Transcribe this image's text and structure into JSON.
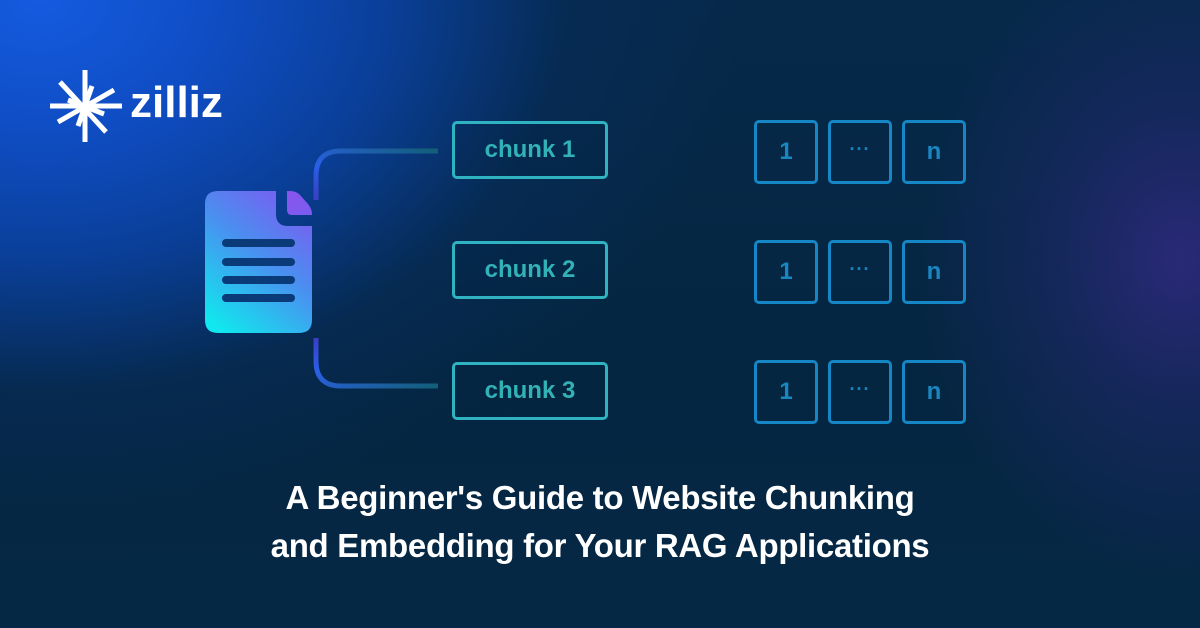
{
  "brand": {
    "name": "zilliz",
    "logo_icon": "starburst-icon",
    "text_color": "#ffffff"
  },
  "diagram": {
    "source_icon": "document-icon",
    "chunks": [
      {
        "label": "chunk 1",
        "vector": [
          "1",
          "···",
          "n"
        ]
      },
      {
        "label": "chunk 2",
        "vector": [
          "1",
          "···",
          "n"
        ]
      },
      {
        "label": "chunk 3",
        "vector": [
          "1",
          "···",
          "n"
        ]
      }
    ],
    "colors": {
      "chunk_border": "#2fb3c0",
      "chunk_text": "#32b2b6",
      "vector_border": "#1587c6",
      "vector_text": "#1a86c0",
      "connector_start": "#3a3fc9",
      "connector_mid": "#2a5fe6",
      "connector_end": "#135f78",
      "doc_gradient_top": "#7b5cf0",
      "doc_gradient_bottom": "#12e6ee"
    }
  },
  "headline": {
    "line1": "A Beginner's Guide to Website Chunking",
    "line2": "and Embedding for Your RAG Applications"
  },
  "background": {
    "base": "#052641",
    "top_left_glow": "#155be0",
    "right_glow": "#302a80"
  }
}
